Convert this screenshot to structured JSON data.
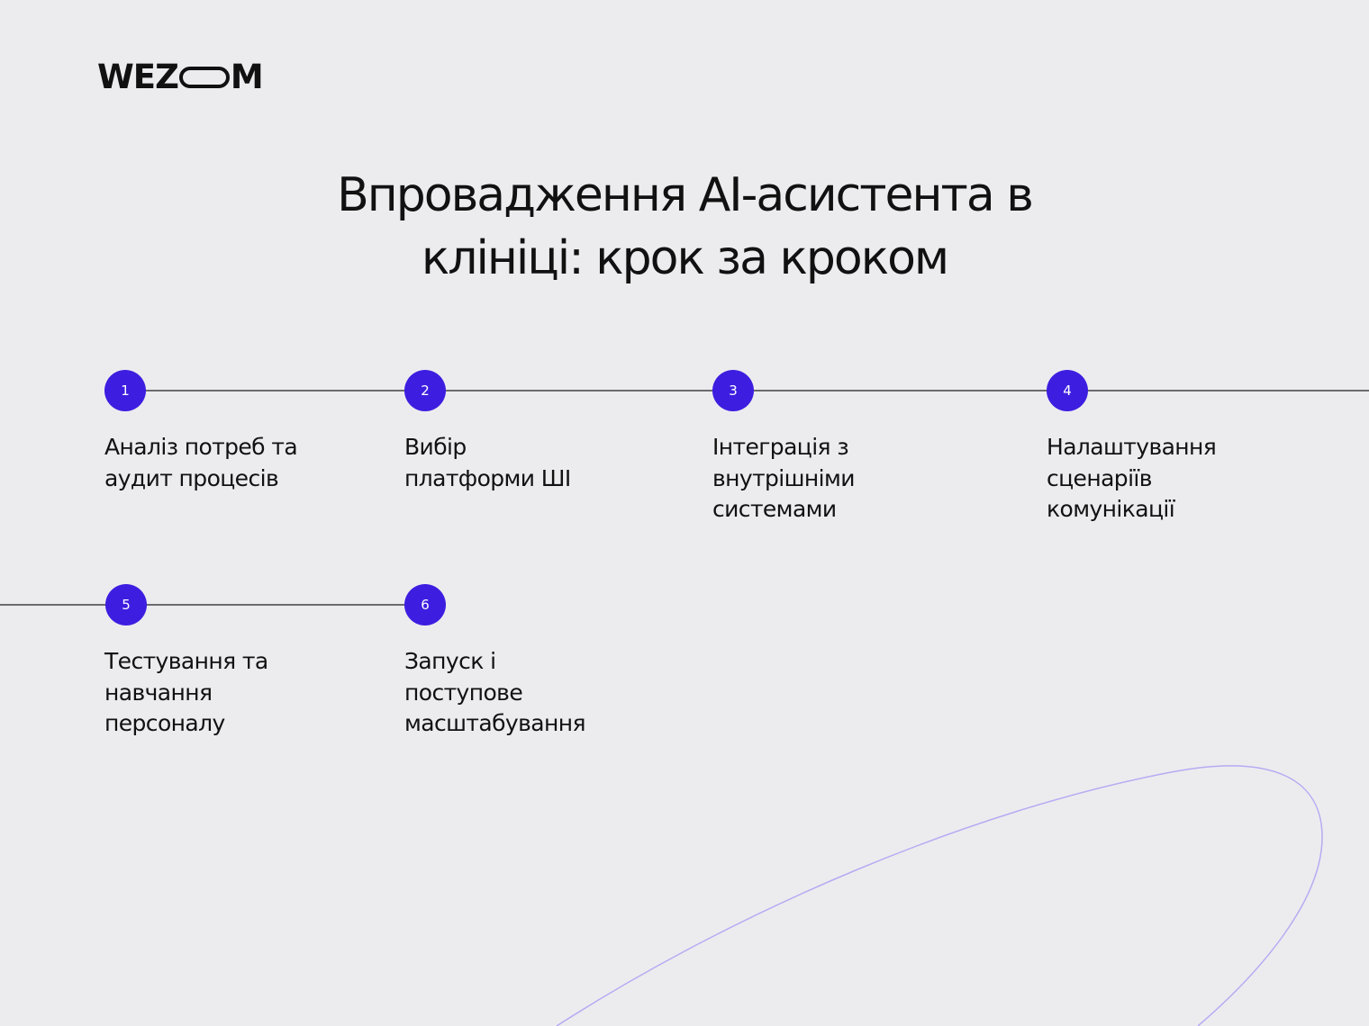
{
  "logo": {
    "left": "WEZ",
    "right": "M"
  },
  "title": {
    "line1": "Впровадження AI-асистента в",
    "line2": "клініці: крок за кроком"
  },
  "steps": [
    {
      "number": "1",
      "lines": [
        "Аналіз потреб та",
        "аудит процесів"
      ]
    },
    {
      "number": "2",
      "lines": [
        "Вибір",
        "платформи ШІ"
      ]
    },
    {
      "number": "3",
      "lines": [
        "Інтеграція з",
        "внутрішніми",
        "системами"
      ]
    },
    {
      "number": "4",
      "lines": [
        "Налаштування",
        "сценаріїв",
        "комунікації"
      ]
    },
    {
      "number": "5",
      "lines": [
        "Тестування та",
        "навчання",
        "персоналу"
      ]
    },
    {
      "number": "6",
      "lines": [
        "Запуск і",
        "поступове",
        "масштабування"
      ]
    }
  ],
  "colors": {
    "background": "#ececef",
    "step_dot": "#3d1ee0",
    "connector_line": "#6b6b6f",
    "decor_curve": "#b6abf2",
    "text": "#111111"
  }
}
